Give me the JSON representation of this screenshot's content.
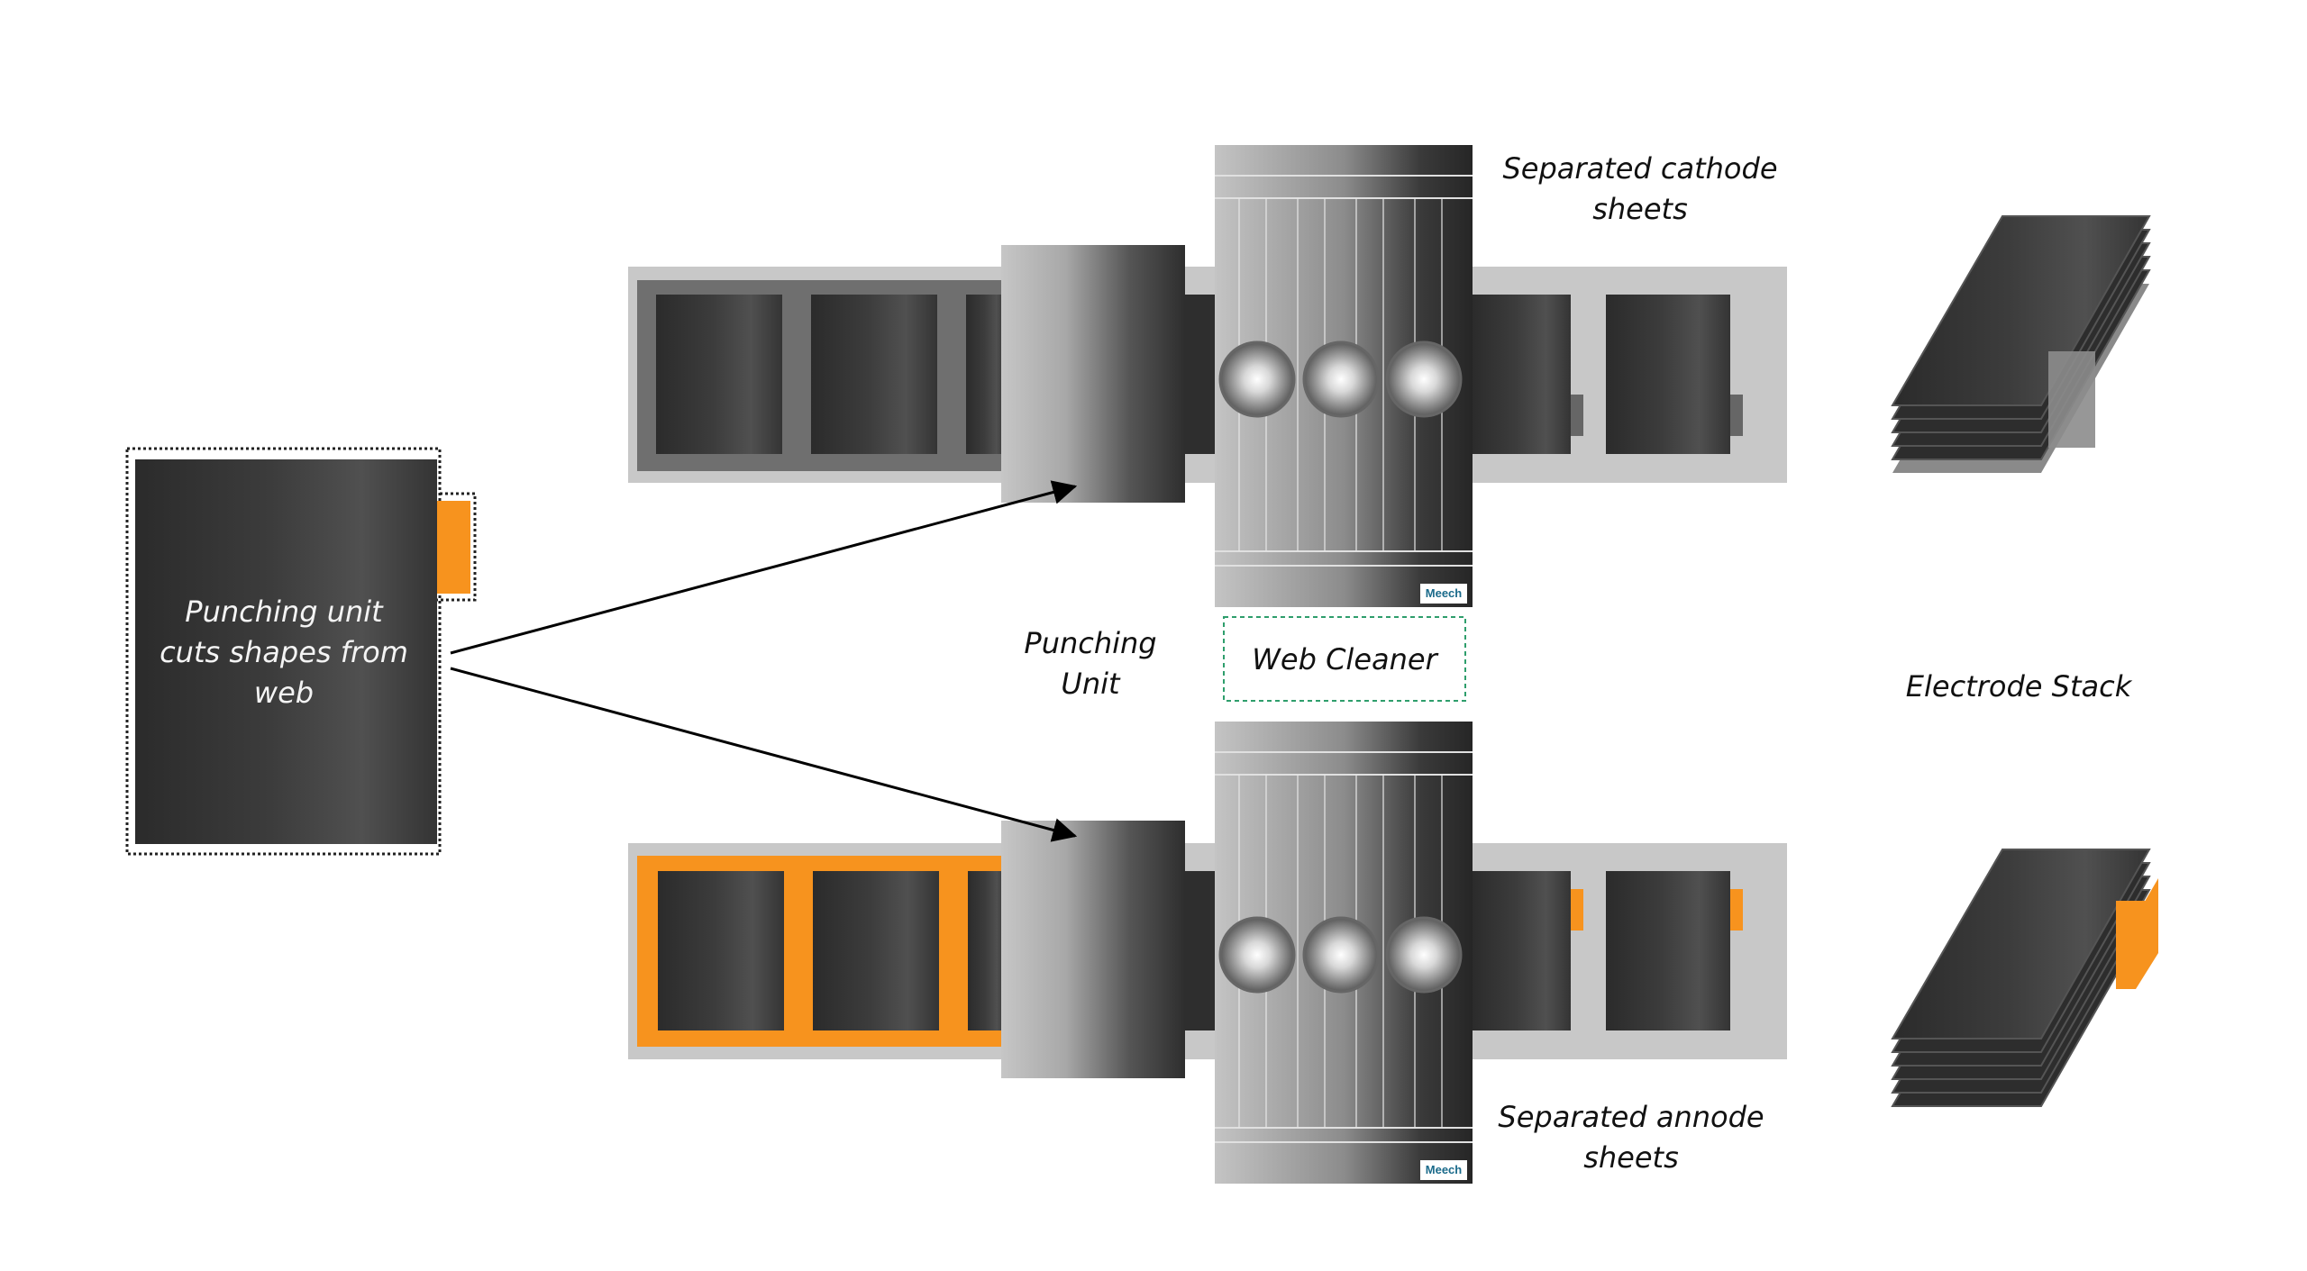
{
  "labels": {
    "cathode": [
      "Separated cathode",
      "sheets"
    ],
    "punching_detail": [
      "Punching unit",
      "cuts shapes from",
      "web"
    ],
    "punching_unit": [
      "Punching",
      "Unit"
    ],
    "web_cleaner": "Web Cleaner",
    "electrode_stack": "Electrode Stack",
    "annode": [
      "Separated annode",
      "sheets"
    ],
    "brand": "Meech"
  },
  "colors": {
    "accent": "#f7931e",
    "sheet_dark": "#2d2d2d",
    "conveyor": "#c8c8c8",
    "web_cleaner_border": "#2e9e6c"
  }
}
